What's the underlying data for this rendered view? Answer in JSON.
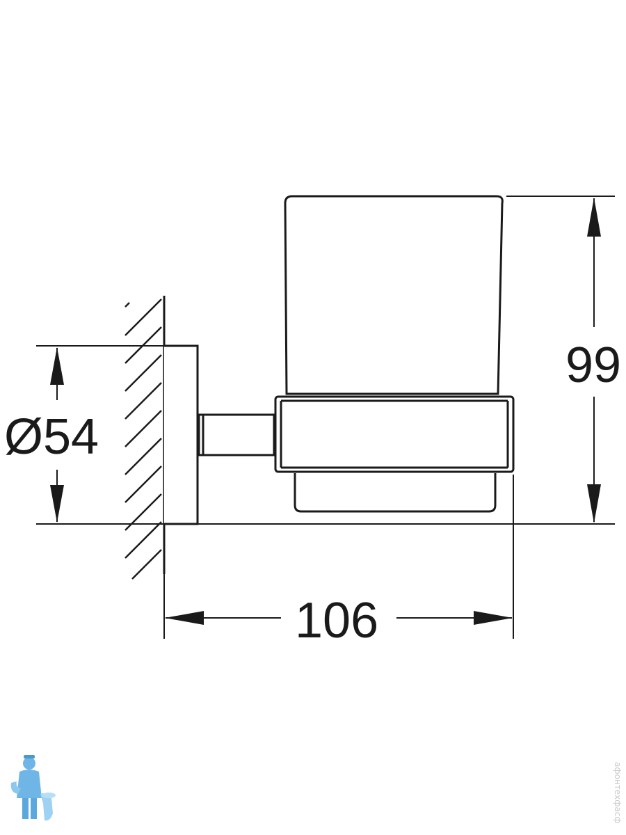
{
  "dimensions": {
    "diameter_label": "Ø54",
    "height_label": "99",
    "width_label": "106"
  },
  "watermark": {
    "side_text": "афонтехфасф"
  },
  "colors": {
    "line": "#1a1a1a",
    "logo": "#6fb6e6",
    "watermark": "#c9c9c9"
  }
}
